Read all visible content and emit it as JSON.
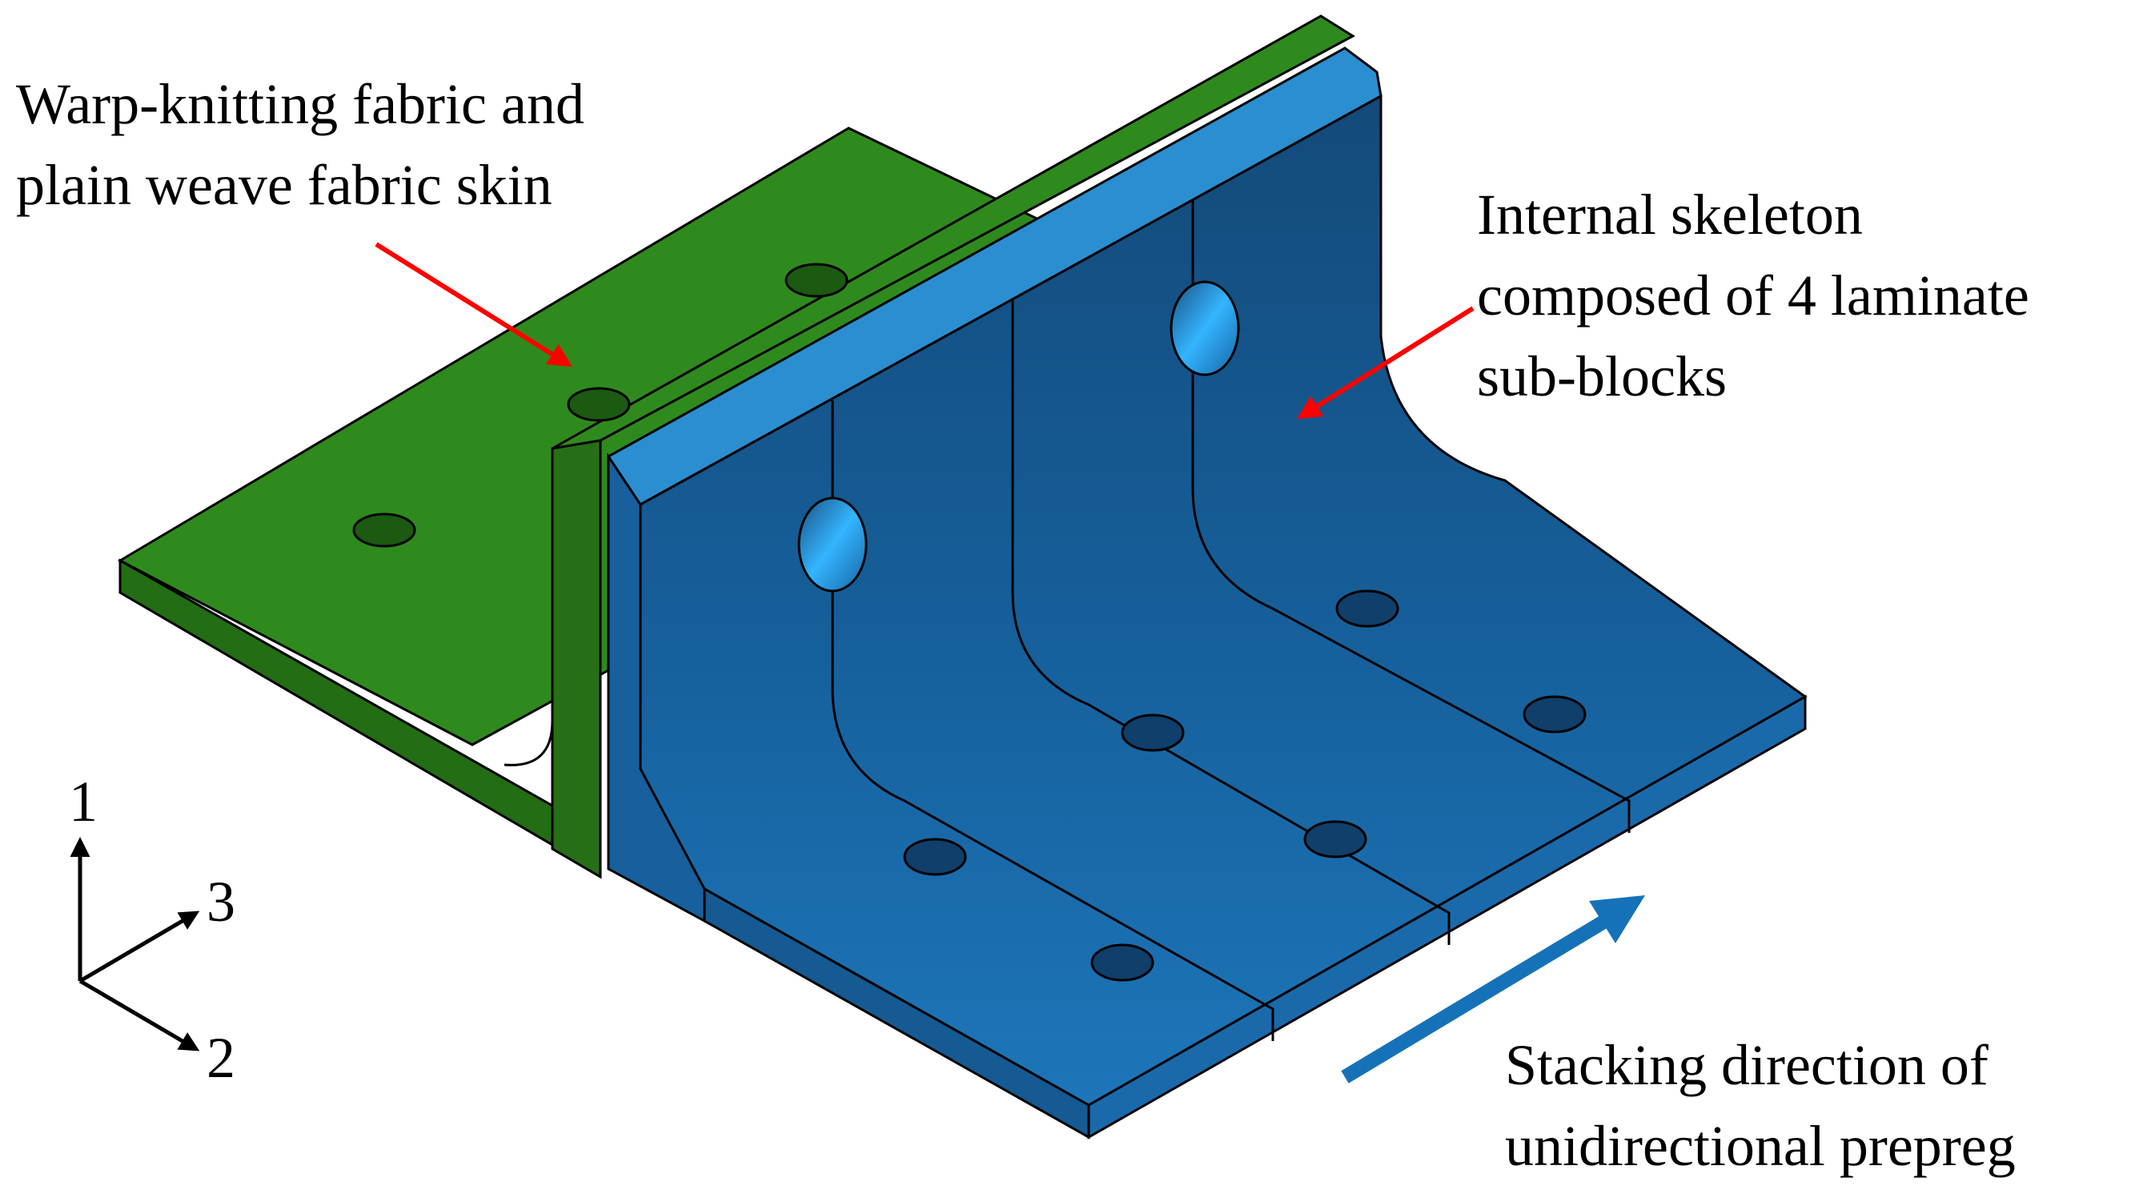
{
  "labels": {
    "skin": [
      "Warp-knitting fabric and",
      "plain weave fabric skin"
    ],
    "skeleton": [
      "Internal skeleton",
      "composed of 4 laminate",
      "sub-blocks"
    ],
    "stacking": [
      "Stacking direction of",
      "unidirectional prepreg"
    ]
  },
  "axes": {
    "axis1": "1",
    "axis2": "2",
    "axis3": "3"
  },
  "colors": {
    "skin_green": "#2a7a1a",
    "skeleton_blue": "#1d73b4",
    "annotation_arrow": "#ff0000",
    "stacking_arrow": "#1572b8"
  }
}
